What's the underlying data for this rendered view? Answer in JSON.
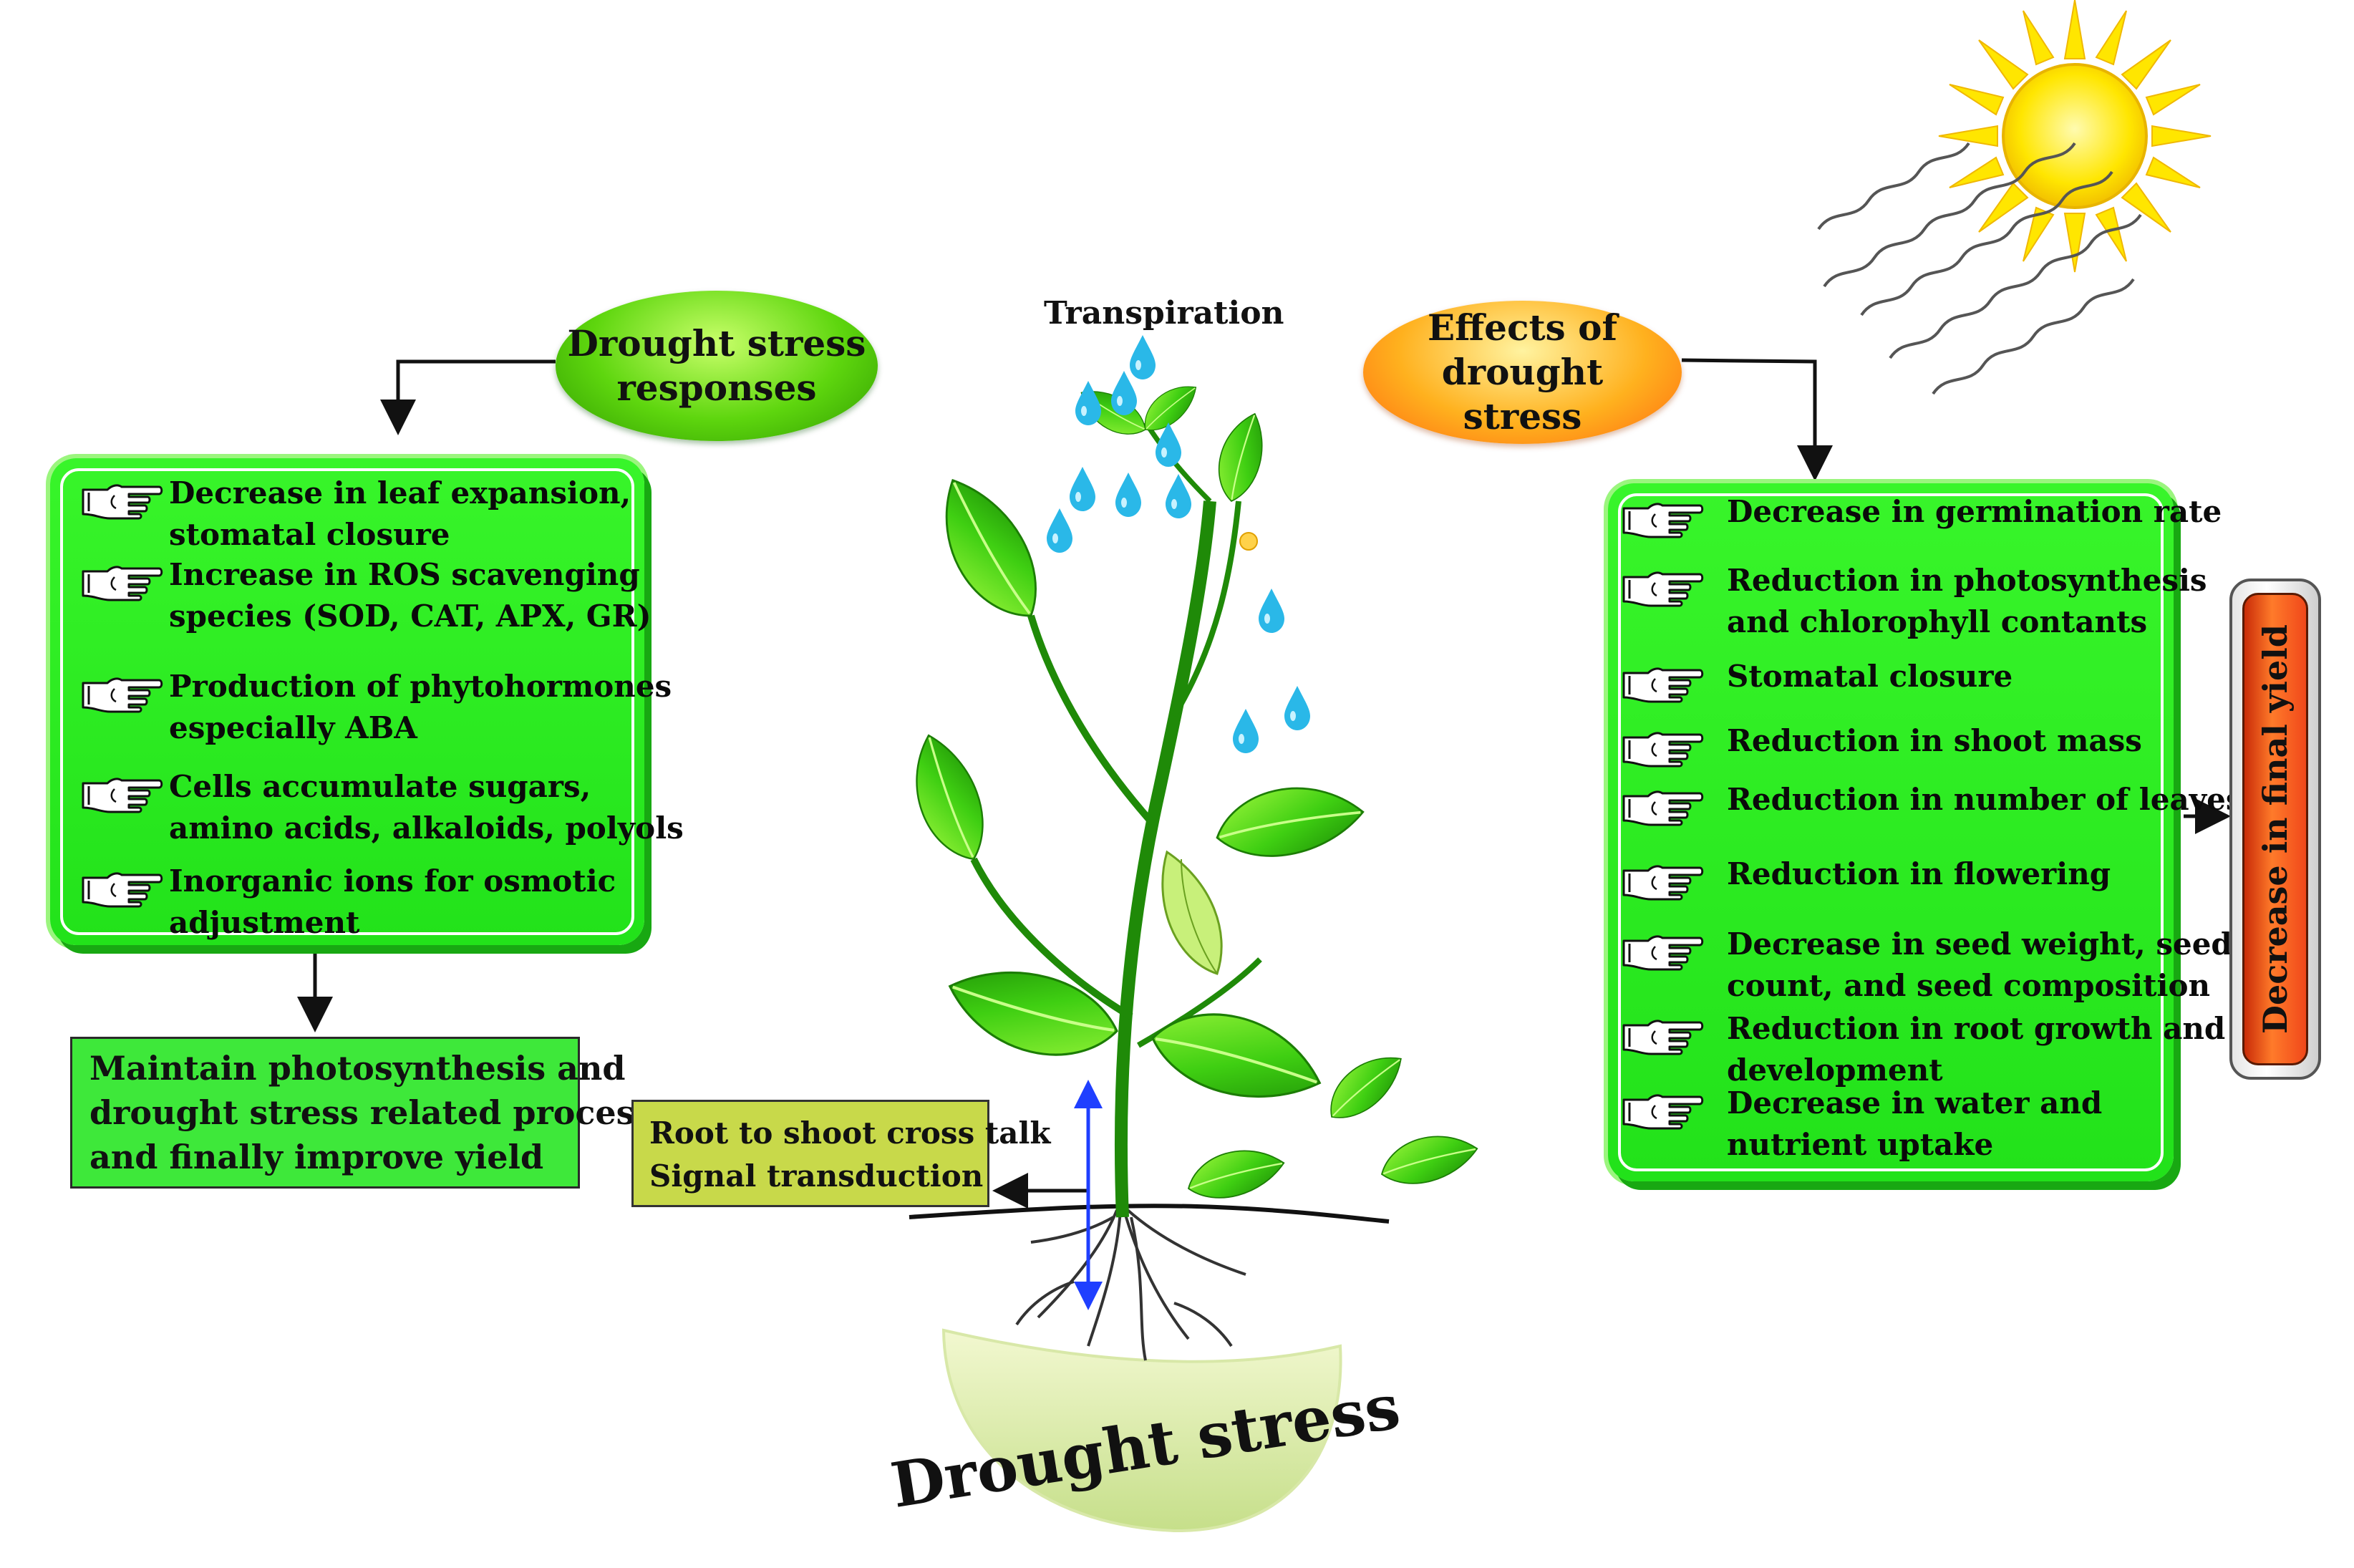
{
  "left_header": "Drought stress responses",
  "left_header_lines": [
    "Drought stress",
    "responses"
  ],
  "left_items": [
    [
      "Decrease in leaf expansion,",
      "stomatal closure"
    ],
    [
      "Increase in ROS scavenging",
      "species (SOD, CAT, APX, GR)"
    ],
    [
      "Production of phytohormones",
      "especially ABA"
    ],
    [
      "Cells accumulate sugars,",
      "amino acids, alkaloids, polyols"
    ],
    [
      "Inorganic ions for osmotic",
      "adjustment"
    ]
  ],
  "left_outcome_lines": [
    "Maintain photosynthesis and",
    "drought stress related process",
    "and finally improve yield"
  ],
  "signal_lines": [
    "Root to shoot cross talk",
    "Signal transduction"
  ],
  "transpiration": "Transpiration",
  "drought_stress": "Drought stress",
  "right_header_lines": [
    "Effects of drought",
    "stress"
  ],
  "right_items": [
    [
      "Decrease in germination rate"
    ],
    [
      "Reduction in photosynthesis",
      "and chlorophyll contants"
    ],
    [
      "Stomatal closure"
    ],
    [
      "Reduction in shoot mass"
    ],
    [
      "Reduction in number of leaves"
    ],
    [
      "Reduction in flowering"
    ],
    [
      "Decrease in seed weight, seed",
      "count, and seed composition"
    ],
    [
      "Reduction in root growth and",
      "development"
    ],
    [
      "Decrease in water and",
      "nutrient uptake"
    ]
  ],
  "final_yield": "Decrease in final yield",
  "colors": {
    "panel_green": "#22e21a",
    "outcome_green": "#3ee83a",
    "signal_olive": "#c8d94a",
    "sun_yellow": "#ffe600",
    "yield_orange": "#ff7a2a",
    "water_blue": "#22b8e6"
  },
  "icons": [
    "pointing-hand-icon",
    "sun-icon",
    "water-drop-icon",
    "plant-illustration"
  ]
}
